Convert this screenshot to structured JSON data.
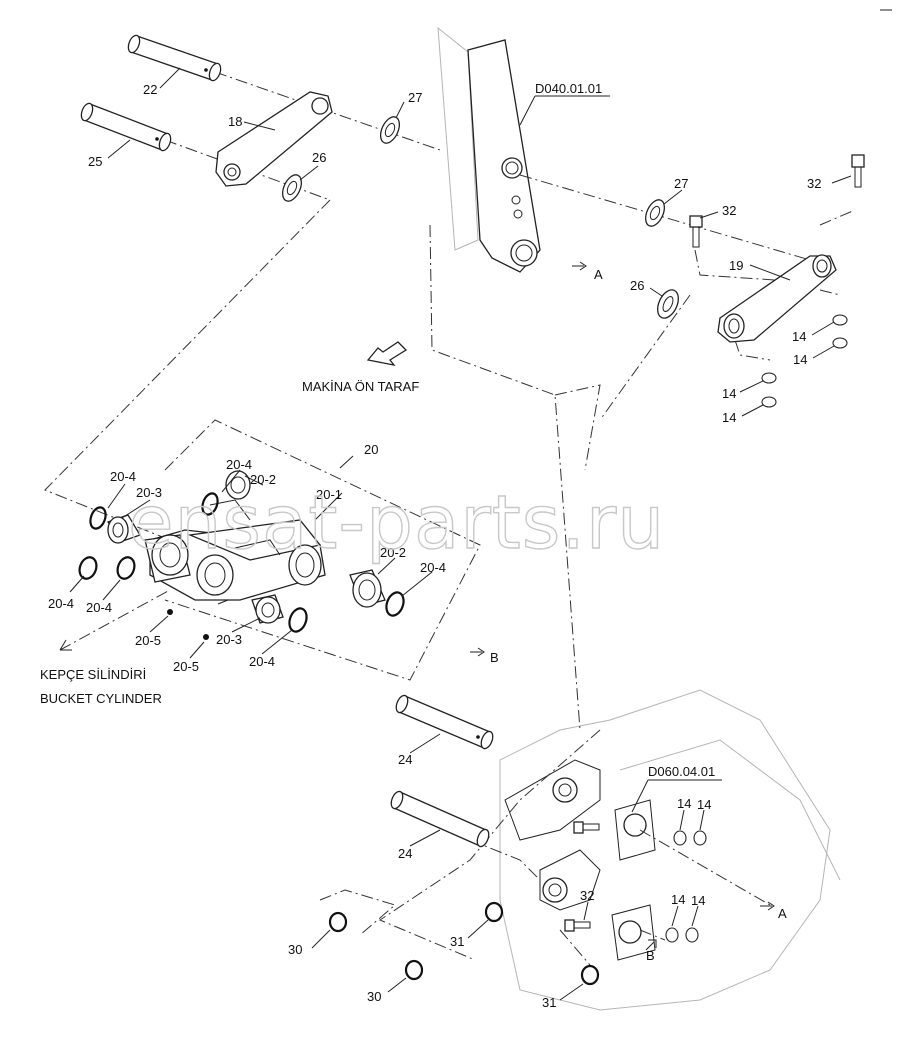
{
  "labels": {
    "p22": "22",
    "p25": "25",
    "p18": "18",
    "p27a": "27",
    "p26a": "26",
    "ref_boom": "D040.01.01",
    "p27b": "27",
    "p32a": "32",
    "p32b": "32",
    "p19": "19",
    "p26b": "26",
    "p14a": "14",
    "p14b": "14",
    "p14c": "14",
    "p14d": "14",
    "markA1": "A",
    "front_note": "MAKİNA ÖN TARAF",
    "p20": "20",
    "p20_4a": "20-4",
    "p20_3a": "20-3",
    "p20_4b": "20-4",
    "p20_2a": "20-2",
    "p20_1": "20-1",
    "p20_2b": "20-2",
    "p20_4c": "20-4",
    "p20_4d": "20-4",
    "p20_4e": "20-4",
    "p20_5a": "20-5",
    "p20_3b": "20-3",
    "p20_5b": "20-5",
    "p20_4f": "20-4",
    "markB1": "B",
    "bucket_cyl_tr": "KEPÇE SİLİNDİRİ",
    "bucket_cyl_en": "BUCKET CYLINDER",
    "p24a": "24",
    "p24b": "24",
    "ref_bucket": "D060.04.01",
    "p14e": "14",
    "p14f": "14",
    "p32c": "32",
    "p14g": "14",
    "p14h": "14",
    "markA2": "A",
    "markB2": "B",
    "p30a": "30",
    "p31a": "31",
    "p30b": "30",
    "p31b": "31"
  },
  "watermark": "ensat-parts.ru",
  "colors": {
    "line": "#222222",
    "watermark": "#c8c8c8",
    "background": "#ffffff"
  }
}
